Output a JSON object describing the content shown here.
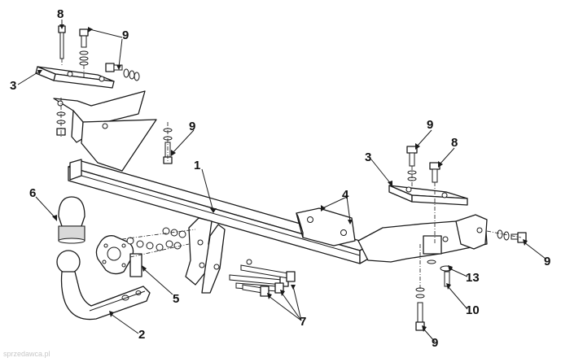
{
  "diagram": {
    "callouts": [
      {
        "id": "c1",
        "label": "1"
      },
      {
        "id": "c2",
        "label": "2"
      },
      {
        "id": "c3a",
        "label": "3"
      },
      {
        "id": "c3b",
        "label": "3"
      },
      {
        "id": "c4",
        "label": "4"
      },
      {
        "id": "c5",
        "label": "5"
      },
      {
        "id": "c6",
        "label": "6"
      },
      {
        "id": "c7",
        "label": "7"
      },
      {
        "id": "c8a",
        "label": "8"
      },
      {
        "id": "c8b",
        "label": "8"
      },
      {
        "id": "c9a",
        "label": "9"
      },
      {
        "id": "c9b",
        "label": "9"
      },
      {
        "id": "c9c",
        "label": "9"
      },
      {
        "id": "c9d",
        "label": "9"
      },
      {
        "id": "c9e",
        "label": "9"
      },
      {
        "id": "c10",
        "label": "10"
      },
      {
        "id": "c13",
        "label": "13"
      }
    ],
    "watermark": "sprzedawca.pl"
  }
}
